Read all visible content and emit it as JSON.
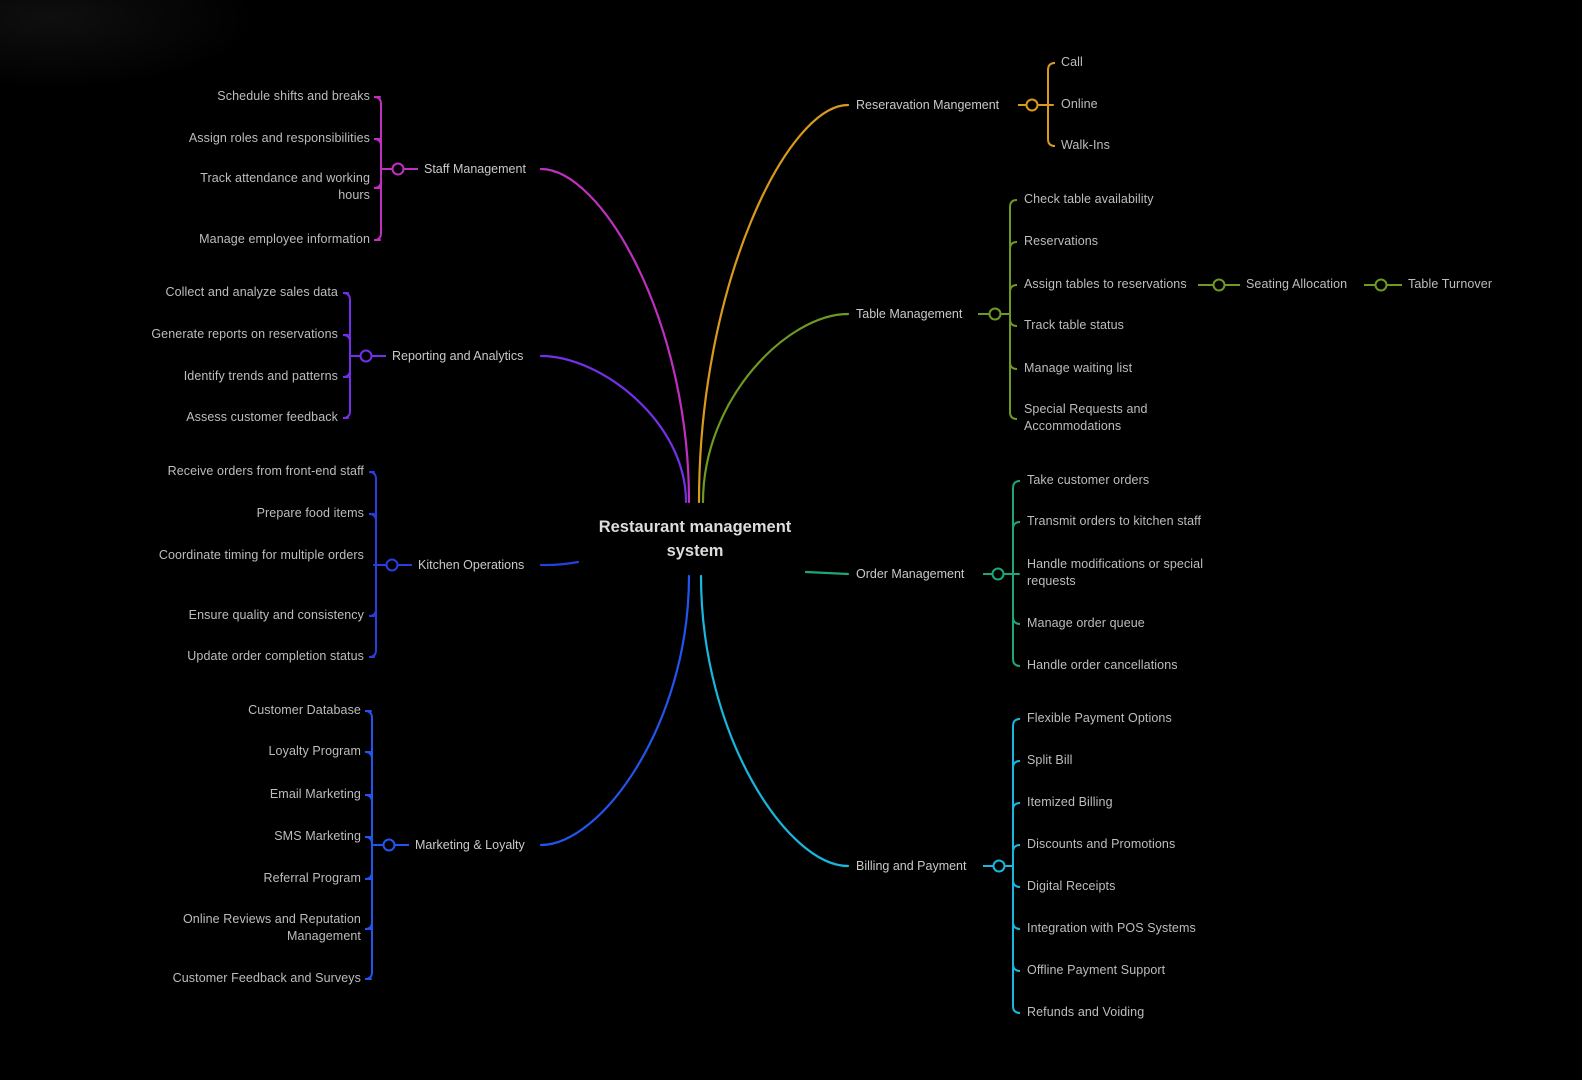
{
  "root": {
    "title": "Restaurant management system"
  },
  "theme": {
    "background": "#000000",
    "text": "#bdbdbd"
  },
  "branches": [
    {
      "id": "staff",
      "label": "Staff Management",
      "color": "#c030c0",
      "side": "left",
      "children": [
        {
          "label": "Schedule shifts and breaks"
        },
        {
          "label": "Assign roles and responsibilities"
        },
        {
          "label": "Track attendance and working hours"
        },
        {
          "label": "Manage employee information"
        }
      ]
    },
    {
      "id": "reporting",
      "label": "Reporting and Analytics",
      "color": "#7430e8",
      "side": "left",
      "children": [
        {
          "label": "Collect and analyze sales data"
        },
        {
          "label": "Generate reports on reservations"
        },
        {
          "label": "Identify trends and patterns"
        },
        {
          "label": "Assess customer feedback"
        }
      ]
    },
    {
      "id": "kitchen",
      "label": "Kitchen Operations",
      "color": "#2a3ee0",
      "side": "left",
      "children": [
        {
          "label": "Receive orders from front-end staff"
        },
        {
          "label": "Prepare food items"
        },
        {
          "label": "Coordinate timing for multiple orders"
        },
        {
          "label": "Ensure quality and consistency"
        },
        {
          "label": "Update order completion status"
        }
      ]
    },
    {
      "id": "marketing",
      "label": "Marketing & Loyalty",
      "color": "#2255ee",
      "side": "left",
      "children": [
        {
          "label": "Customer Database"
        },
        {
          "label": "Loyalty Program"
        },
        {
          "label": "Email Marketing"
        },
        {
          "label": "SMS Marketing"
        },
        {
          "label": "Referral Program"
        },
        {
          "label": "Online Reviews and Reputation Management"
        },
        {
          "label": "Customer Feedback and Surveys"
        }
      ]
    },
    {
      "id": "reservation",
      "label": "Reseravation Mangement",
      "color": "#d89a1c",
      "side": "right",
      "children": [
        {
          "label": "Call"
        },
        {
          "label": "Online"
        },
        {
          "label": "Walk-Ins"
        }
      ]
    },
    {
      "id": "table",
      "label": "Table Management",
      "color": "#6e9a22",
      "side": "right",
      "children": [
        {
          "label": "Check table availability"
        },
        {
          "label": "Reservations"
        },
        {
          "label": "Assign tables to reservations",
          "chain": [
            "Seating Allocation",
            "Table Turnover"
          ]
        },
        {
          "label": "Track table status"
        },
        {
          "label": "Manage waiting list"
        },
        {
          "label": "Special Requests and Accommodations"
        }
      ]
    },
    {
      "id": "order",
      "label": "Order Management",
      "color": "#1fa57a",
      "side": "right",
      "children": [
        {
          "label": "Take customer orders"
        },
        {
          "label": "Transmit orders to kitchen staff"
        },
        {
          "label": "Handle modifications or special requests"
        },
        {
          "label": "Manage order queue"
        },
        {
          "label": "Handle order cancellations"
        }
      ]
    },
    {
      "id": "billing",
      "label": "Billing and Payment",
      "color": "#19b6de",
      "side": "right",
      "children": [
        {
          "label": "Flexible Payment Options"
        },
        {
          "label": "Split Bill"
        },
        {
          "label": "Itemized Billing"
        },
        {
          "label": "Discounts and Promotions"
        },
        {
          "label": "Digital Receipts"
        },
        {
          "label": "Integration with POS Systems"
        },
        {
          "label": "Offline Payment Support"
        },
        {
          "label": "Refunds and Voiding"
        }
      ]
    }
  ]
}
